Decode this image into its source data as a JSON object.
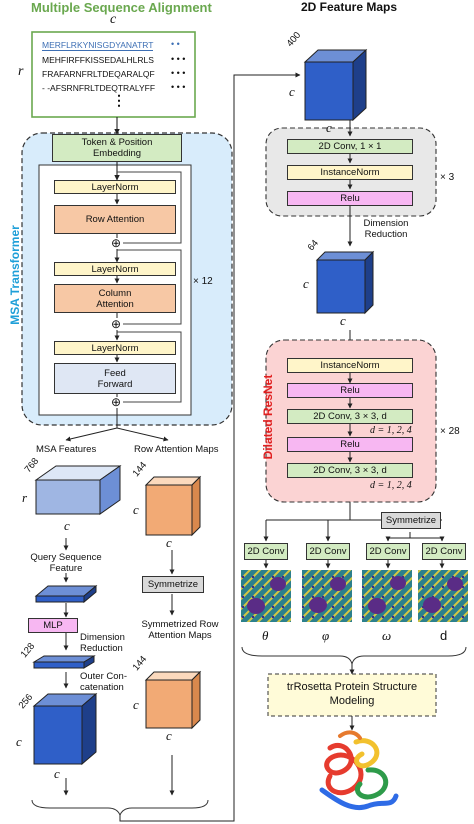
{
  "colors": {
    "msa_title": "#6aa84f",
    "msa_transformer_label": "#1e9fd8",
    "dilated_resnet_label": "#e02020",
    "seq_highlight": "#3d6fb4"
  },
  "msa": {
    "title": "Multiple Sequence Alignment",
    "col_label": "c",
    "row_label": "r",
    "sequences": [
      "MERFLRKYNISGDYANATRT",
      "MEHFIRFFKISSEDALHLRLS",
      "FRAFARNFRLTDEQARALQF",
      "- -AFSRNFRLTDEQTRALYFF"
    ],
    "dots_right": [
      "• •",
      "• • •",
      "• • •",
      "• • •"
    ],
    "dots_down": "⋮"
  },
  "transformer": {
    "label": "MSA Transformer",
    "embedding": "Token & Position Embedding",
    "layernorm1": "LayerNorm",
    "row_attention": "Row Attention",
    "layernorm2": "LayerNorm",
    "column_attention": "Column Attention",
    "layernorm3": "LayerNorm",
    "feed_forward": "Feed Forward",
    "repeat": "× 12",
    "add_symbol": "⊕"
  },
  "left_branch": {
    "msa_features": "MSA Features",
    "dim_768": "768",
    "r": "r",
    "c": "c",
    "query_feature": "Query Sequence Feature",
    "mlp": "MLP",
    "dimension_reduction": "Dimension Reduction",
    "dim_128": "128",
    "outer_concat": "Outer Con- catenation",
    "dim_256": "256",
    "c1": "c",
    "c2": "c"
  },
  "mid_branch": {
    "row_attention_maps": "Row Attention Maps",
    "dim_144": "144",
    "c1": "c",
    "c2": "c",
    "symmetrize": "Symmetrize",
    "symmetrized_maps": "Symmetrized Row Attention Maps",
    "dim_144b": "144",
    "c3": "c",
    "c4": "c"
  },
  "feature_maps": {
    "title": "2D Feature Maps",
    "dim_400": "400",
    "c1": "c",
    "c2": "c",
    "conv": "2D Conv, 1 × 1",
    "instancenorm": "InstanceNorm",
    "relu": "Relu",
    "repeat": "× 3",
    "dimension_reduction": "Dimension Reduction",
    "dim_64": "64",
    "c3": "c",
    "c4": "c"
  },
  "resnet": {
    "label": "Dilated ResNet",
    "instancenorm": "InstanceNorm",
    "relu1": "Relu",
    "conv1": "2D Conv, 3 × 3, d",
    "dilation1": "d = 1, 2, 4",
    "relu2": "Relu",
    "conv2": "2D Conv, 3 × 3, d",
    "dilation2": "d = 1, 2, 4",
    "repeat": "× 28"
  },
  "output": {
    "symmetrize": "Symmetrize",
    "conv_heads": [
      "2D Conv",
      "2D Conv",
      "2D Conv",
      "2D Conv"
    ],
    "angles": [
      "θ",
      "φ",
      "ω",
      "d"
    ],
    "trrosetta": "trRosetta Protein Structure Modeling"
  }
}
